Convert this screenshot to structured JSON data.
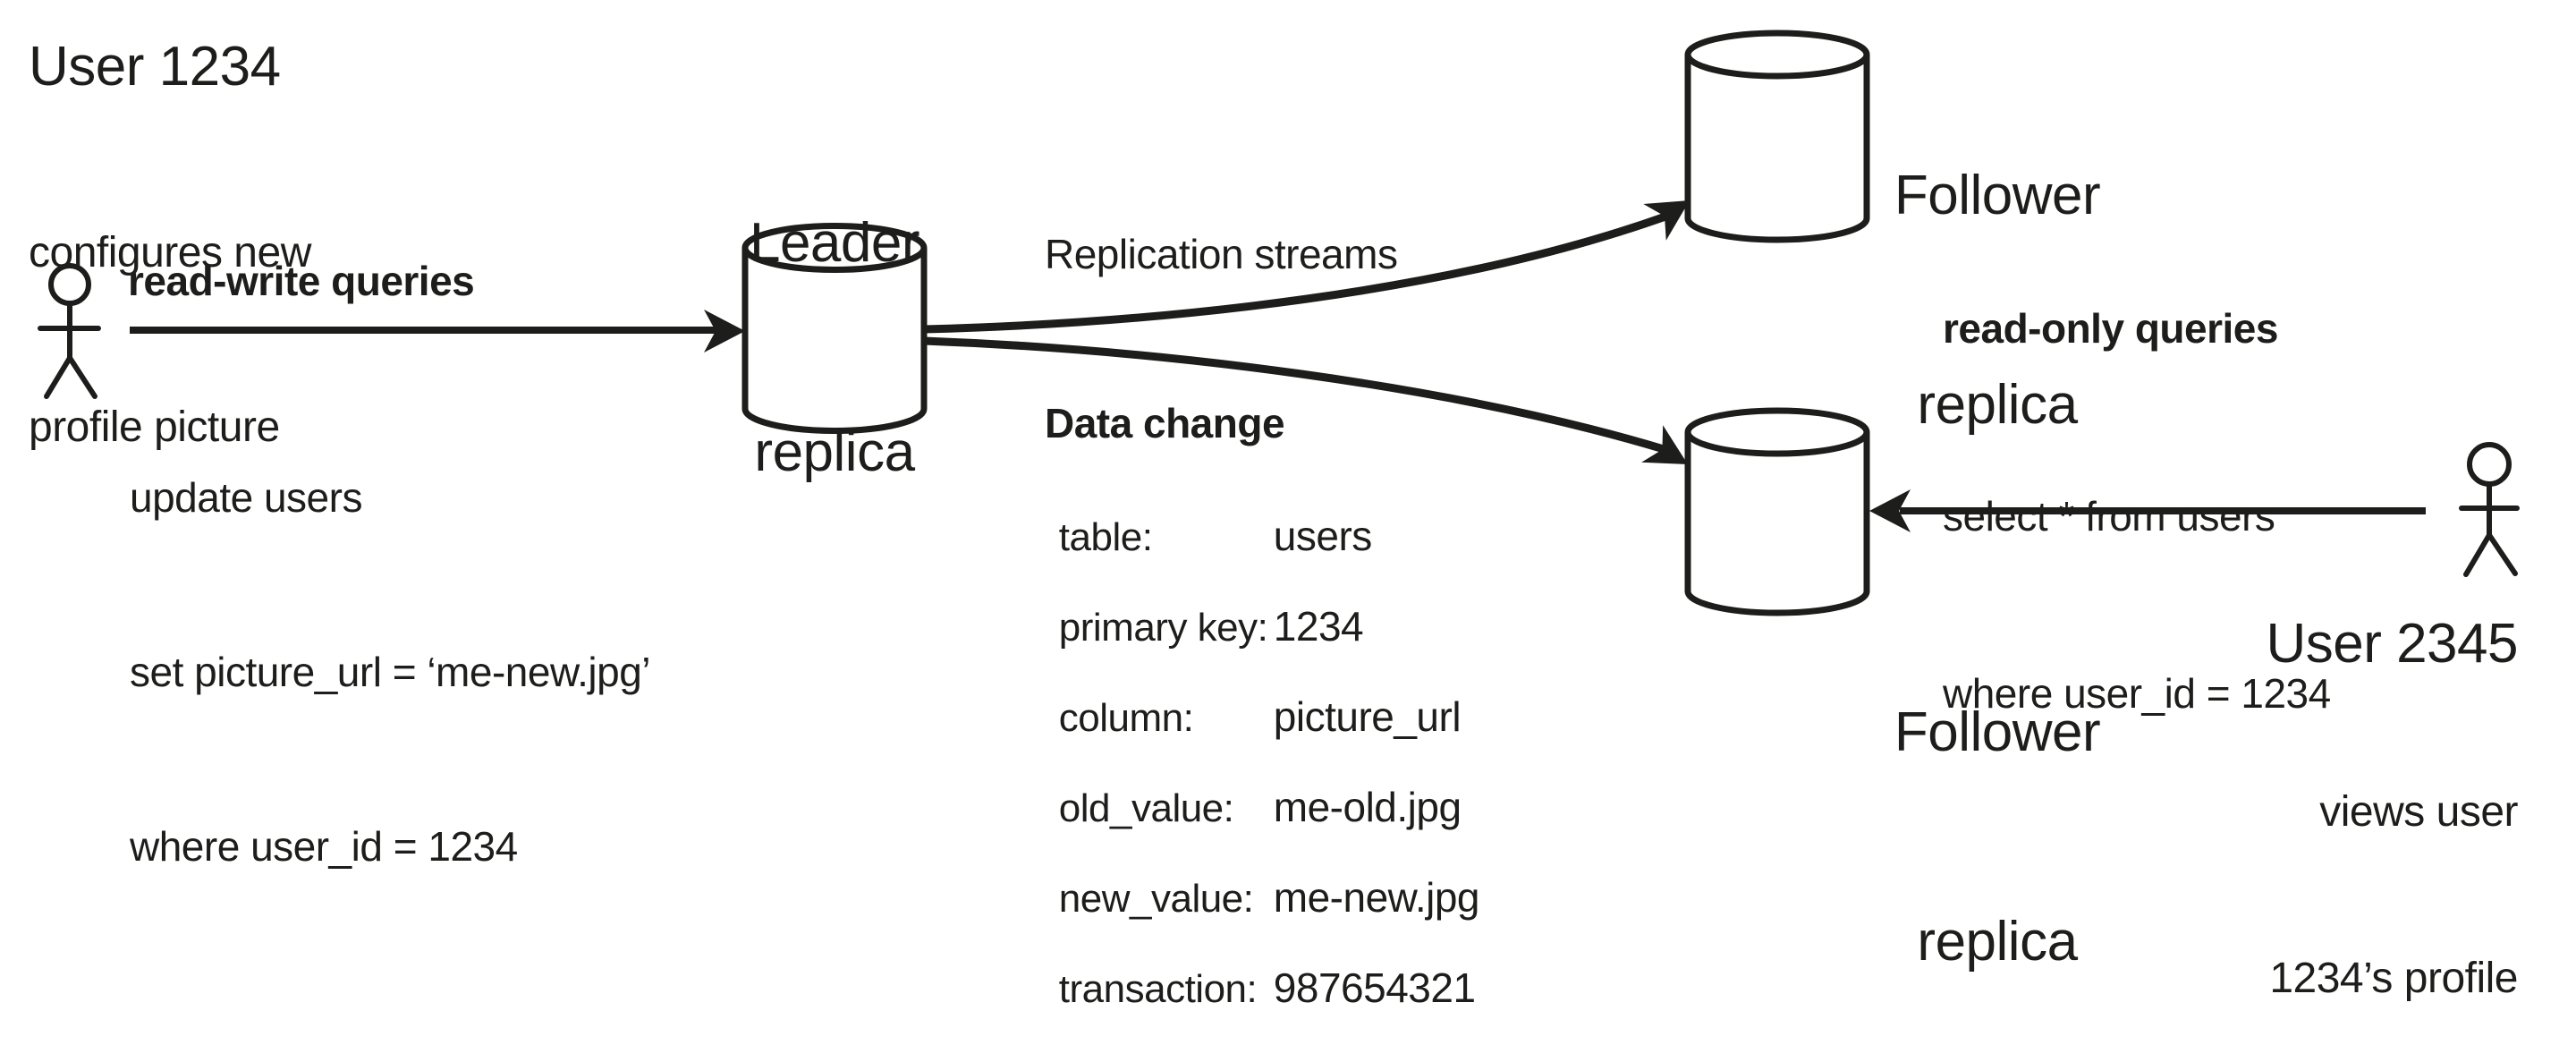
{
  "user_left": {
    "title": "User 1234",
    "desc_line1": "configures new",
    "desc_line2": "profile picture"
  },
  "read_write": {
    "header": "read-write queries",
    "query_line1": "update users",
    "query_line2": "set picture_url = ‘me-new.jpg’",
    "query_line3": "where user_id = 1234"
  },
  "leader": {
    "label_line1": "Leader",
    "label_line2": "replica"
  },
  "replication": {
    "label": "Replication streams"
  },
  "data_change": {
    "title": "Data change",
    "rows": [
      {
        "key": "table:",
        "value": "users"
      },
      {
        "key": "primary key:",
        "value": "1234"
      },
      {
        "key": "column:",
        "value": "picture_url"
      },
      {
        "key": "old_value:",
        "value": "me-old.jpg"
      },
      {
        "key": "new_value:",
        "value": "me-new.jpg"
      },
      {
        "key": "transaction:",
        "value": "987654321"
      }
    ]
  },
  "follower_top": {
    "label_line1": "Follower",
    "label_line2": "replica"
  },
  "follower_bottom": {
    "label_line1": "Follower",
    "label_line2": "replica"
  },
  "read_only": {
    "header": "read-only queries",
    "query_line1": "select * from users",
    "query_line2": "where user_id = 1234"
  },
  "user_right": {
    "title": "User 2345",
    "desc_line1": "views user",
    "desc_line2": "1234’s profile"
  },
  "colors": {
    "ink": "#1d1d1b",
    "background": "#ffffff"
  }
}
